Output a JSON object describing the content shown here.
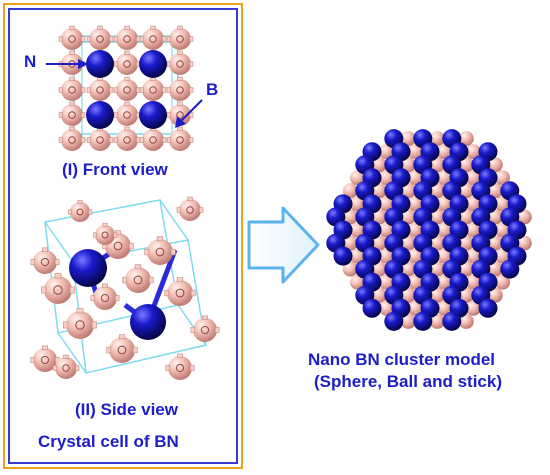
{
  "panel": {
    "caption": "Crystal cell of BN",
    "front_view_label": "(I) Front view",
    "side_view_label": "(II) Side view",
    "n_label": "N",
    "b_label": "B"
  },
  "cluster": {
    "caption_line1": "Nano BN cluster model",
    "caption_line2": "(Sphere, Ball and stick)"
  },
  "colors": {
    "nitrogen": "#1a1acc",
    "boron": "#f0b8ae",
    "cell_edge": "#7fdcf0",
    "frame_outer": "#f0a020",
    "frame_inner": "#3a3ad8",
    "label_text": "#1e1ec8",
    "arrow_stroke": "#5ab4ec"
  }
}
